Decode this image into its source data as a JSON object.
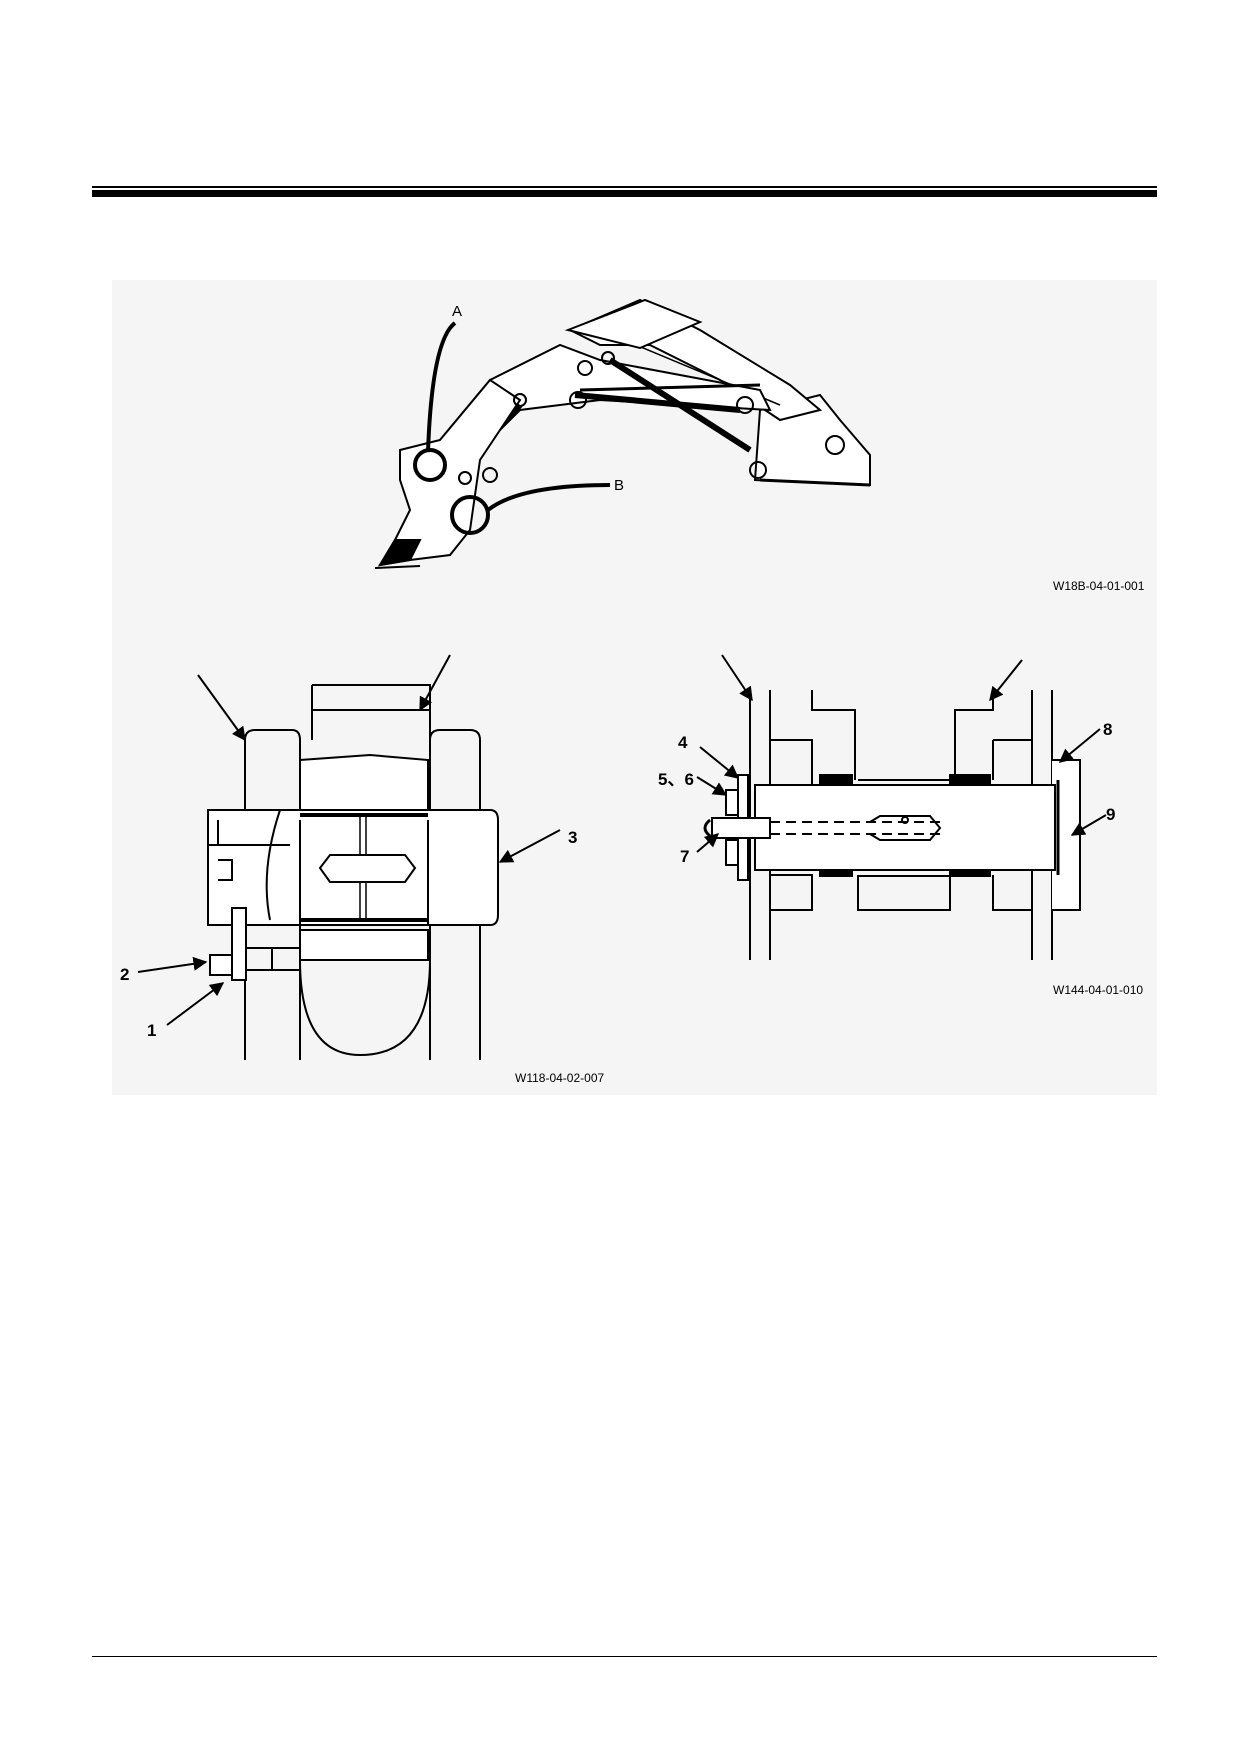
{
  "figures": {
    "top": {
      "callout_a": "A",
      "callout_b": "B",
      "code": "W18B-04-01-001"
    },
    "left": {
      "labels": [
        "1",
        "2",
        "3"
      ],
      "code": "W118-04-02-007"
    },
    "right": {
      "labels": [
        "4",
        "5、6",
        "7",
        "8",
        "9"
      ],
      "code": "W144-04-01-010"
    }
  }
}
